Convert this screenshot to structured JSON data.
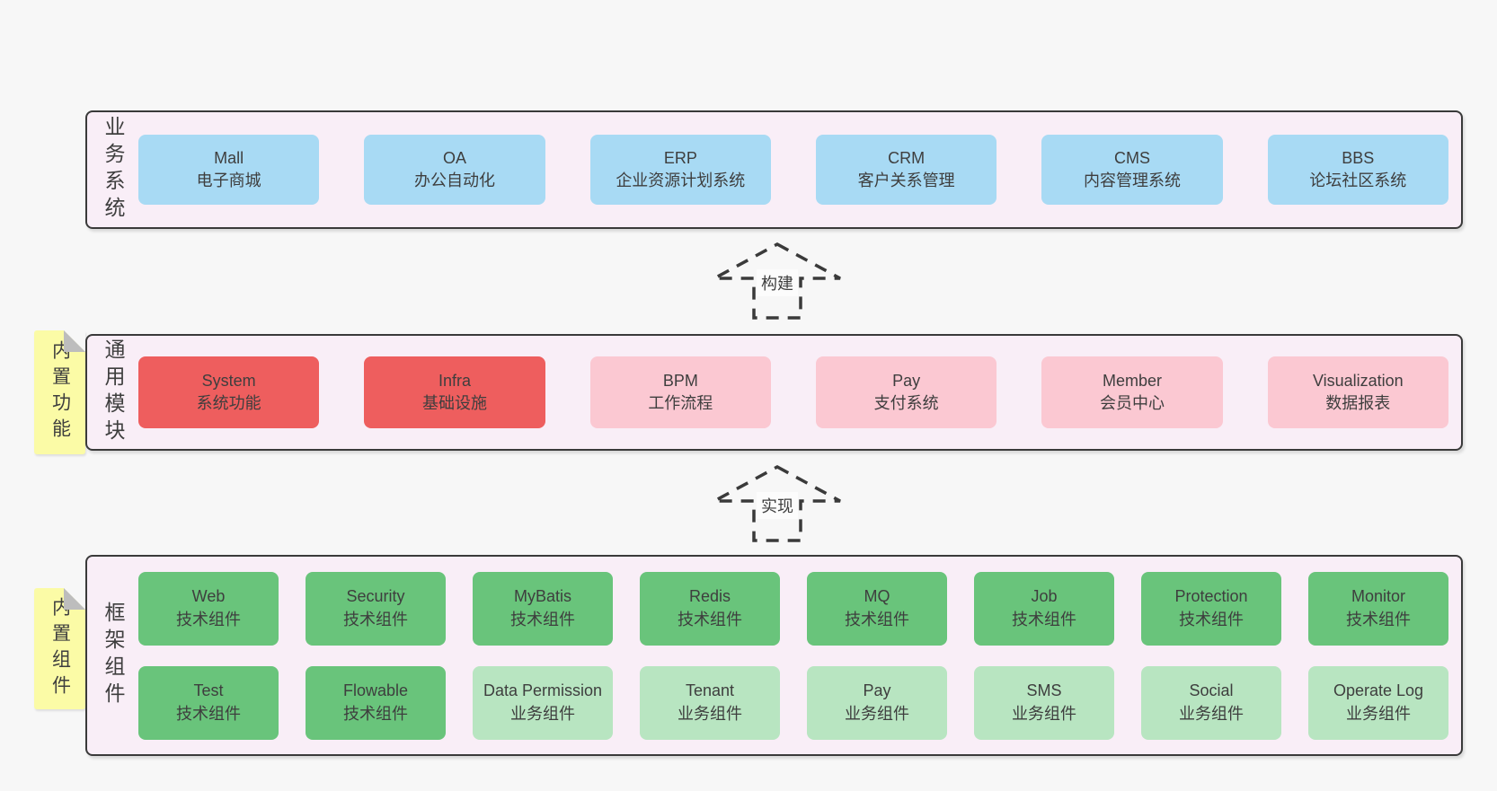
{
  "colors": {
    "page_bg": "#f7f7f7",
    "section_bg": "#f9eef7",
    "section_border": "#3a3a3a",
    "box_blue": "#a8daf4",
    "box_red": "#ee5e5e",
    "box_pink": "#fbc8d2",
    "box_green": "#69c47b",
    "box_light_green": "#b8e5c1",
    "tab_yellow": "#fbfba6",
    "tab_fold_grey": "#bdbdbd",
    "text": "#3e3e3e"
  },
  "sections": {
    "business": {
      "label": "业务系统",
      "boxes": [
        {
          "title": "Mall",
          "subtitle": "电子商城"
        },
        {
          "title": "OA",
          "subtitle": "办公自动化"
        },
        {
          "title": "ERP",
          "subtitle": "企业资源计划系统"
        },
        {
          "title": "CRM",
          "subtitle": "客户关系管理"
        },
        {
          "title": "CMS",
          "subtitle": "内容管理系统"
        },
        {
          "title": "BBS",
          "subtitle": "论坛社区系统"
        }
      ]
    },
    "modules": {
      "label": "通用模块",
      "tab": "内置功能",
      "boxes": [
        {
          "title": "System",
          "subtitle": "系统功能",
          "variant": "red"
        },
        {
          "title": "Infra",
          "subtitle": "基础设施",
          "variant": "red"
        },
        {
          "title": "BPM",
          "subtitle": "工作流程",
          "variant": "pink"
        },
        {
          "title": "Pay",
          "subtitle": "支付系统",
          "variant": "pink"
        },
        {
          "title": "Member",
          "subtitle": "会员中心",
          "variant": "pink"
        },
        {
          "title": "Visualization",
          "subtitle": "数据报表",
          "variant": "pink"
        }
      ]
    },
    "framework": {
      "label": "框架组件",
      "tab": "内置组件",
      "row1": [
        {
          "title": "Web",
          "subtitle": "技术组件",
          "variant": "green"
        },
        {
          "title": "Security",
          "subtitle": "技术组件",
          "variant": "green"
        },
        {
          "title": "MyBatis",
          "subtitle": "技术组件",
          "variant": "green"
        },
        {
          "title": "Redis",
          "subtitle": "技术组件",
          "variant": "green"
        },
        {
          "title": "MQ",
          "subtitle": "技术组件",
          "variant": "green"
        },
        {
          "title": "Job",
          "subtitle": "技术组件",
          "variant": "green"
        },
        {
          "title": "Protection",
          "subtitle": "技术组件",
          "variant": "green"
        },
        {
          "title": "Monitor",
          "subtitle": "技术组件",
          "variant": "green"
        }
      ],
      "row2": [
        {
          "title": "Test",
          "subtitle": "技术组件",
          "variant": "green"
        },
        {
          "title": "Flowable",
          "subtitle": "技术组件",
          "variant": "green"
        },
        {
          "title": "Data Permission",
          "subtitle": "业务组件",
          "variant": "light-green"
        },
        {
          "title": "Tenant",
          "subtitle": "业务组件",
          "variant": "light-green"
        },
        {
          "title": "Pay",
          "subtitle": "业务组件",
          "variant": "light-green"
        },
        {
          "title": "SMS",
          "subtitle": "业务组件",
          "variant": "light-green"
        },
        {
          "title": "Social",
          "subtitle": "业务组件",
          "variant": "light-green"
        },
        {
          "title": "Operate Log",
          "subtitle": "业务组件",
          "variant": "light-green"
        }
      ]
    }
  },
  "arrows": {
    "build": "构建",
    "implement": "实现"
  }
}
